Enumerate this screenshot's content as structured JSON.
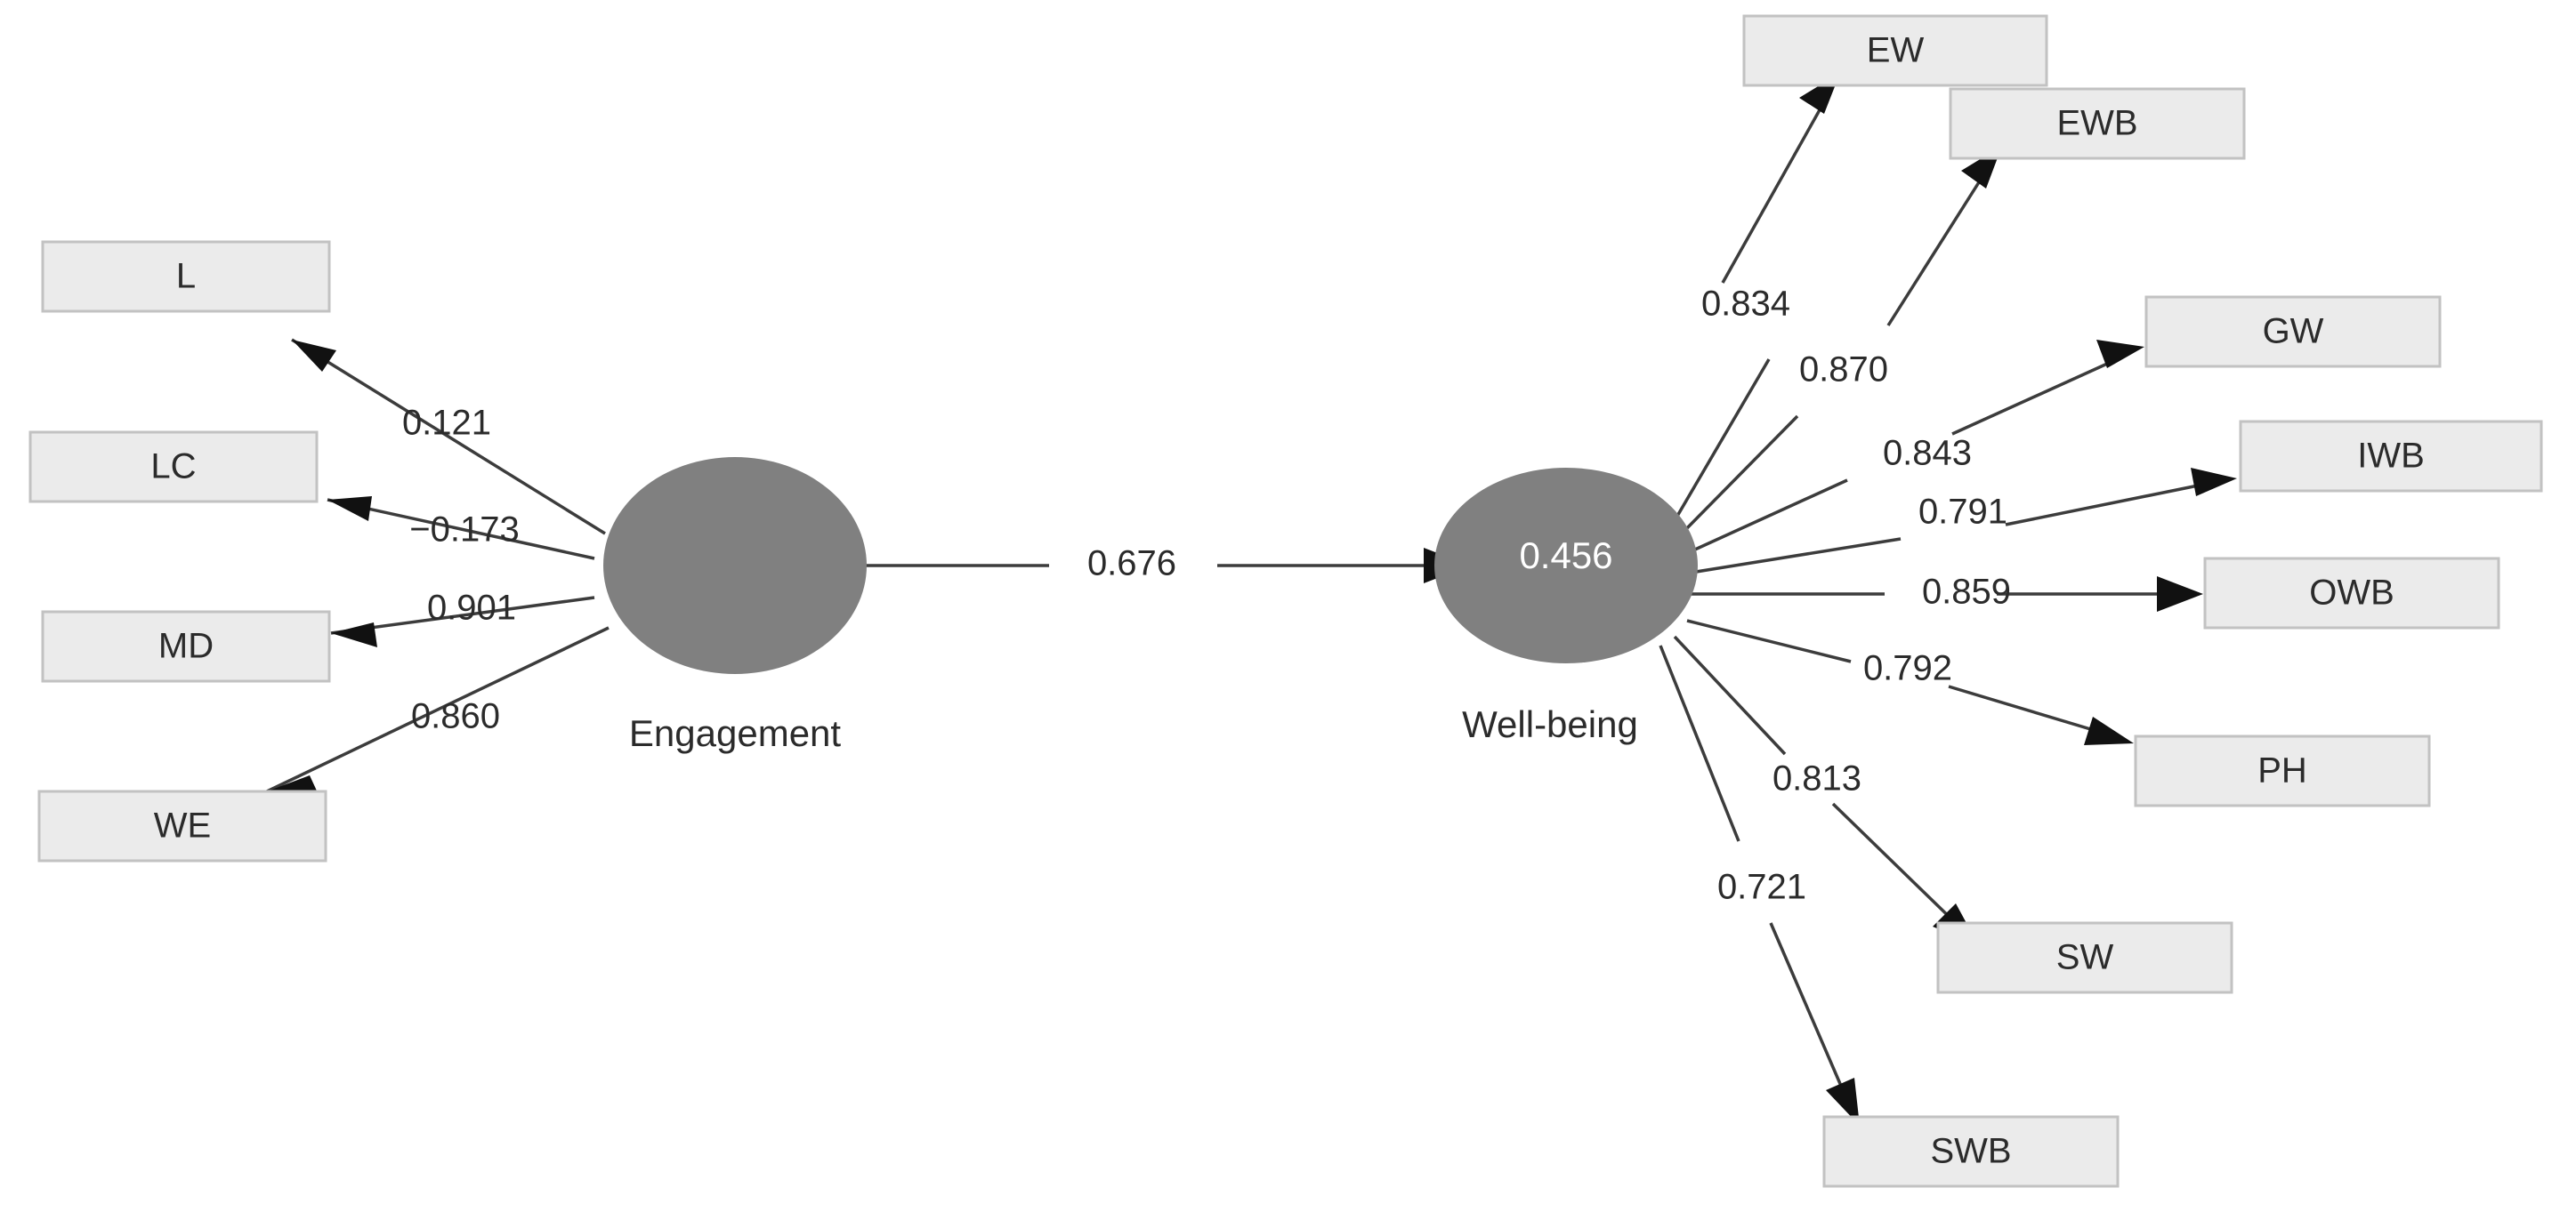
{
  "diagram": {
    "type": "structural-equation-model-path-diagram",
    "colors": {
      "box_fill": "#ebebeb",
      "box_border": "#c2c2c2",
      "latent_fill": "#808080",
      "latent_text": "#ffffff",
      "edge": "#3c3c3c",
      "text": "#2b2b2b",
      "background": "#ffffff"
    },
    "latent_variables": [
      {
        "id": "engagement",
        "caption": "Engagement",
        "inner_value": ""
      },
      {
        "id": "wellbeing",
        "caption": "Well-being",
        "inner_value": "0.456"
      }
    ],
    "indicators_left": [
      {
        "id": "L",
        "label": "L"
      },
      {
        "id": "LC",
        "label": "LC"
      },
      {
        "id": "MD",
        "label": "MD"
      },
      {
        "id": "WE",
        "label": "WE"
      }
    ],
    "indicators_right": [
      {
        "id": "EW",
        "label": "EW"
      },
      {
        "id": "EWB",
        "label": "EWB"
      },
      {
        "id": "GW",
        "label": "GW"
      },
      {
        "id": "IWB",
        "label": "IWB"
      },
      {
        "id": "OWB",
        "label": "OWB"
      },
      {
        "id": "PH",
        "label": "PH"
      },
      {
        "id": "SW",
        "label": "SW"
      },
      {
        "id": "SWB",
        "label": "SWB"
      }
    ],
    "loadings_left": [
      {
        "from": "Engagement",
        "to": "L",
        "value": "0.121"
      },
      {
        "from": "Engagement",
        "to": "LC",
        "value": "−0.173"
      },
      {
        "from": "Engagement",
        "to": "MD",
        "value": "0.901"
      },
      {
        "from": "Engagement",
        "to": "WE",
        "value": "0.860"
      }
    ],
    "loadings_right": [
      {
        "from": "Well-being",
        "to": "EW",
        "value": "0.834"
      },
      {
        "from": "Well-being",
        "to": "EWB",
        "value": "0.870"
      },
      {
        "from": "Well-being",
        "to": "GW",
        "value": "0.843"
      },
      {
        "from": "Well-being",
        "to": "IWB",
        "value": "0.791"
      },
      {
        "from": "Well-being",
        "to": "OWB",
        "value": "0.859"
      },
      {
        "from": "Well-being",
        "to": "PH",
        "value": "0.792"
      },
      {
        "from": "Well-being",
        "to": "SW",
        "value": "0.813"
      },
      {
        "from": "Well-being",
        "to": "SWB",
        "value": "0.721"
      }
    ],
    "structural_path": {
      "from": "Engagement",
      "to": "Well-being",
      "value": "0.676"
    }
  },
  "chart_data": {
    "type": "diagram",
    "title": "",
    "nodes": [
      {
        "id": "L",
        "kind": "indicator",
        "label": "L"
      },
      {
        "id": "LC",
        "kind": "indicator",
        "label": "LC"
      },
      {
        "id": "MD",
        "kind": "indicator",
        "label": "MD"
      },
      {
        "id": "WE",
        "kind": "indicator",
        "label": "WE"
      },
      {
        "id": "Engagement",
        "kind": "latent",
        "label": "Engagement",
        "r2": null
      },
      {
        "id": "Well-being",
        "kind": "latent",
        "label": "Well-being",
        "r2": 0.456
      },
      {
        "id": "EW",
        "kind": "indicator",
        "label": "EW"
      },
      {
        "id": "EWB",
        "kind": "indicator",
        "label": "EWB"
      },
      {
        "id": "GW",
        "kind": "indicator",
        "label": "GW"
      },
      {
        "id": "IWB",
        "kind": "indicator",
        "label": "IWB"
      },
      {
        "id": "OWB",
        "kind": "indicator",
        "label": "OWB"
      },
      {
        "id": "PH",
        "kind": "indicator",
        "label": "PH"
      },
      {
        "id": "SW",
        "kind": "indicator",
        "label": "SW"
      },
      {
        "id": "SWB",
        "kind": "indicator",
        "label": "SWB"
      }
    ],
    "edges": [
      {
        "source": "Engagement",
        "target": "L",
        "weight": 0.121
      },
      {
        "source": "Engagement",
        "target": "LC",
        "weight": -0.173
      },
      {
        "source": "Engagement",
        "target": "MD",
        "weight": 0.901
      },
      {
        "source": "Engagement",
        "target": "WE",
        "weight": 0.86
      },
      {
        "source": "Engagement",
        "target": "Well-being",
        "weight": 0.676
      },
      {
        "source": "Well-being",
        "target": "EW",
        "weight": 0.834
      },
      {
        "source": "Well-being",
        "target": "EWB",
        "weight": 0.87
      },
      {
        "source": "Well-being",
        "target": "GW",
        "weight": 0.843
      },
      {
        "source": "Well-being",
        "target": "IWB",
        "weight": 0.791
      },
      {
        "source": "Well-being",
        "target": "OWB",
        "weight": 0.859
      },
      {
        "source": "Well-being",
        "target": "PH",
        "weight": 0.792
      },
      {
        "source": "Well-being",
        "target": "SW",
        "weight": 0.813
      },
      {
        "source": "Well-being",
        "target": "SWB",
        "weight": 0.721
      }
    ]
  }
}
